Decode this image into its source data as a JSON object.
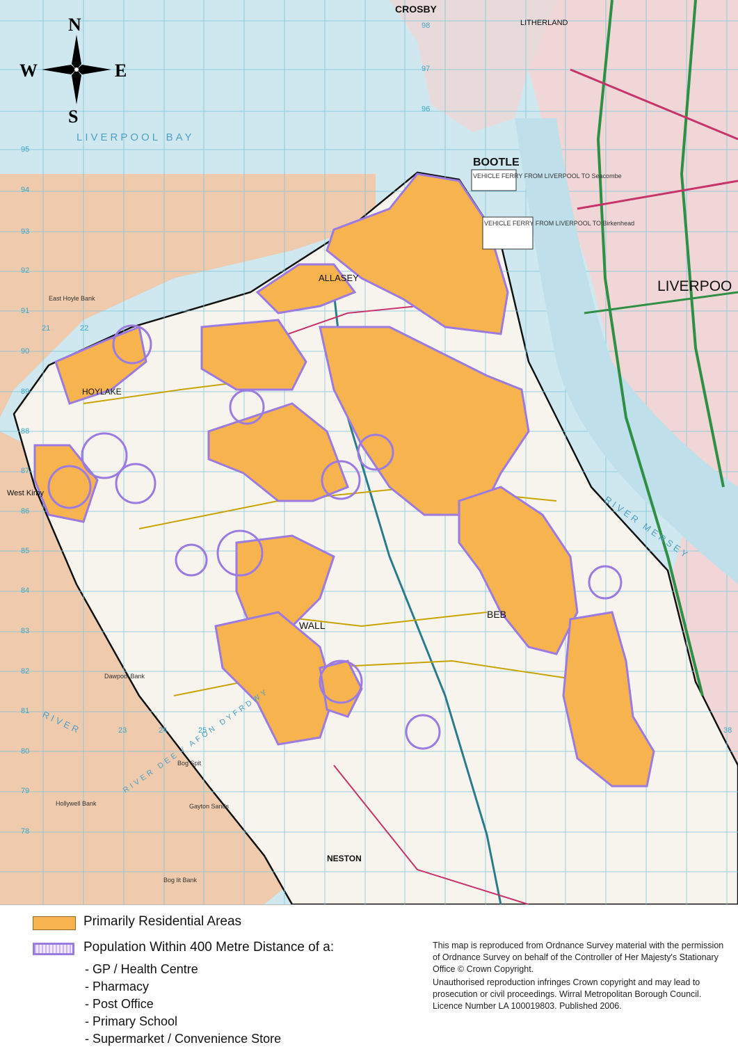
{
  "map": {
    "compass": {
      "north": "N",
      "south": "S",
      "east": "E",
      "west": "W"
    },
    "sea_labels": [
      "LIVERPOOL BAY"
    ],
    "rivers": [
      "RIVER MERSEY",
      "RIVER DEE / AFON DYFRDWY",
      "RIVER"
    ],
    "places": [
      "CROSBY",
      "LITHERLAND",
      "BOOTLE",
      "LIVERPOO",
      "ALLASEY",
      "HOYLAKE",
      "West Kirby",
      "WALL",
      "BEB",
      "NESTON",
      "Hoylake"
    ],
    "sandbanks": [
      "East Hoyle Bank",
      "Dawpool Bank",
      "Hollywell Bank",
      "Gayton Sands",
      "Bog Spit",
      "Bog lit Bank"
    ],
    "ferry_notes": [
      "VEHICLE FERRY FROM LIVERPOOL TO Seacombe",
      "VEHICLE FERRY FROM LIVERPOOL TO Birkenhead"
    ],
    "grid_eastings": [
      "21",
      "22",
      "23",
      "24",
      "25",
      "38"
    ],
    "grid_northings": [
      "98",
      "97",
      "96",
      "95",
      "94",
      "93",
      "92",
      "91",
      "90",
      "89",
      "88",
      "87",
      "86",
      "85",
      "84",
      "83",
      "82",
      "81",
      "80",
      "79",
      "78"
    ],
    "colors": {
      "sea": "#cfe8ef",
      "sand": "#f2c6a4",
      "land": "#f7f4ee",
      "residential": "#f6b34e",
      "buffer_outline": "#9b7be0",
      "urban": "#f0d6d6",
      "boundary": "#111111",
      "roads_major": "#2e8f45",
      "roads_primary": "#c7336b"
    }
  },
  "legend": {
    "residential_label": "Primarily Residential Areas",
    "buffer_title": "Population Within 400 Metre Distance of a:",
    "buffer_items": [
      "- GP / Health Centre",
      "- Pharmacy",
      "- Post Office",
      "- Primary School",
      "- Supermarket / Convenience Store"
    ],
    "copyright": [
      "This map is reproduced from Ordnance Survey material with the permission of Ordnance Survey on behalf of the Controller of Her Majesty's Stationary Office © Crown Copyright.",
      "Unauthorised reproduction infringes Crown copyright and may lead to prosecution or civil proceedings. Wirral Metropolitan Borough Council. Licence Number LA 100019803. Published 2006."
    ]
  }
}
